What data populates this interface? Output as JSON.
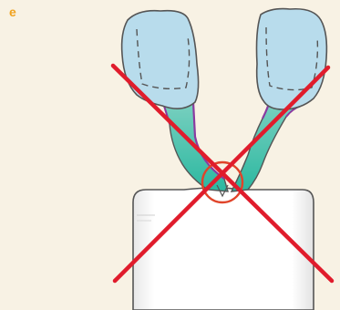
{
  "figure": {
    "panel_label": "e"
  },
  "colors": {
    "background": "#f8f2e4",
    "panel_label": "#f0a21e",
    "crown_fill": "#b8dcec",
    "crown_stroke": "#555555",
    "attachment_gradient_top": "#7bd0c0",
    "attachment_gradient_bottom": "#2bb8a0",
    "attachment_edge": "#8a3aa0",
    "base_fill": "#ffffff",
    "base_shade": "#e6e6e6",
    "highlight_circle": "#e0442a",
    "cross_out": "#e01c2c"
  },
  "elements": [
    "left-crown",
    "right-crown",
    "left-attachment",
    "right-attachment",
    "base-block",
    "highlight-circle",
    "cross-out-mark"
  ]
}
